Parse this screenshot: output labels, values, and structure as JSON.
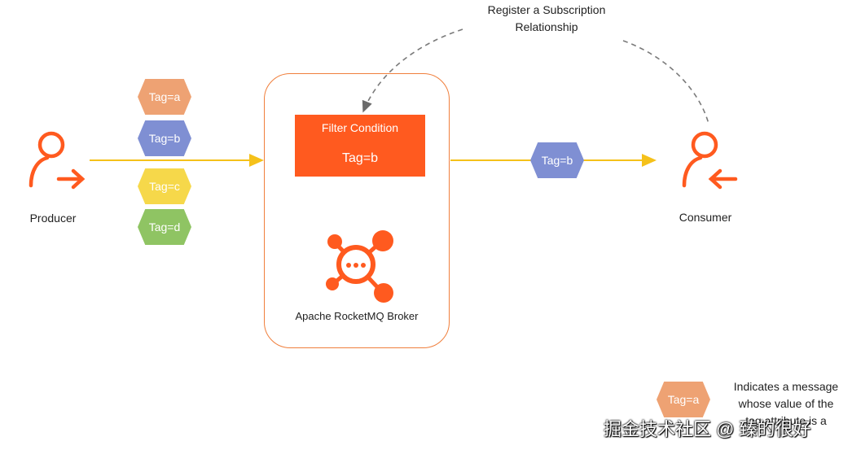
{
  "colors": {
    "orange": "#ff5a1f",
    "arrow": "#f5c11a",
    "tag_a": "#eea273",
    "tag_b": "#7f8fd3",
    "tag_c": "#f6d84a",
    "tag_d": "#8fc463",
    "dashed": "#7a7a7a"
  },
  "producer": {
    "label": "Producer",
    "icon": "user-send-icon"
  },
  "consumer": {
    "label": "Consumer",
    "icon": "user-receive-icon"
  },
  "subscription": {
    "line1": "Register a Subscription",
    "line2": "Relationship"
  },
  "tags": [
    "Tag=a",
    "Tag=b",
    "Tag=c",
    "Tag=d"
  ],
  "filter": {
    "title": "Filter Condition",
    "tag": "Tag=b"
  },
  "broker": {
    "label": "Apache RocketMQ Broker",
    "icon": "rocketmq-logo-icon"
  },
  "delivered_tag": "Tag=b",
  "legend": {
    "tag": "Tag=a",
    "line1": "Indicates a message",
    "line2": "whose value of the",
    "line3": "tag attribute is a"
  },
  "watermark": "掘金技术社区 @ 臻的很好"
}
